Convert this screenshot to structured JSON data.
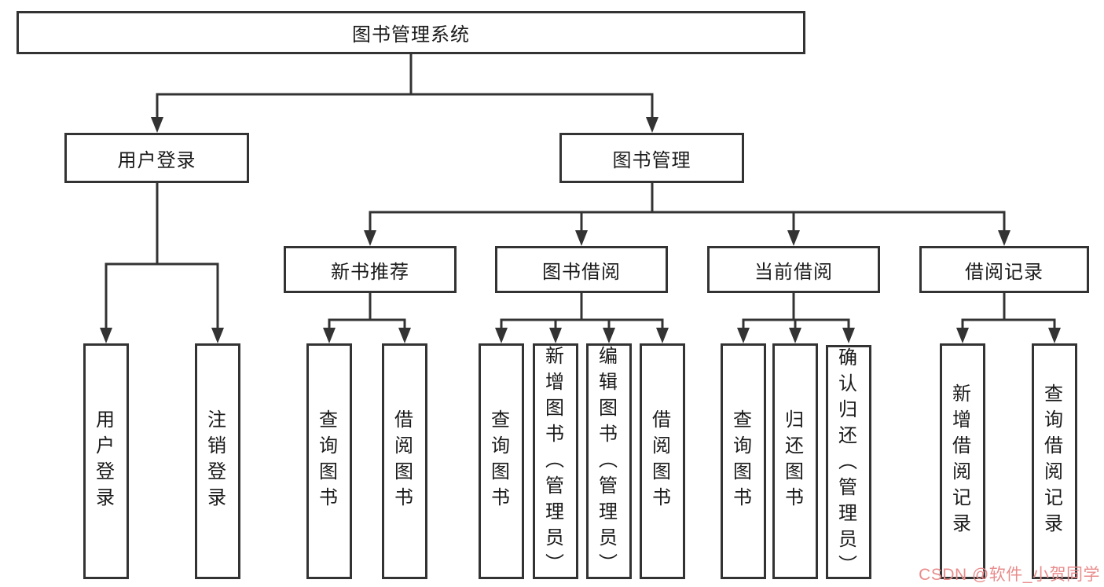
{
  "page": {
    "background": "#ffffff",
    "line_color": "#333333",
    "box_border_color": "#333333",
    "text_color": "#1a1a1a"
  },
  "tree": {
    "label": "图书管理系统",
    "children": [
      {
        "label": "用户登录",
        "children": [
          {
            "label": "用户登录"
          },
          {
            "label": "注销登录"
          }
        ]
      },
      {
        "label": "图书管理",
        "children": [
          {
            "label": "新书推荐",
            "children": [
              {
                "label": "查询图书"
              },
              {
                "label": "借阅图书"
              }
            ]
          },
          {
            "label": "图书借阅",
            "children": [
              {
                "label": "查询图书"
              },
              {
                "label": "新增图书（管理员）"
              },
              {
                "label": "编辑图书（管理员）"
              },
              {
                "label": "借阅图书"
              }
            ]
          },
          {
            "label": "当前借阅",
            "children": [
              {
                "label": "查询图书"
              },
              {
                "label": "归还图书"
              },
              {
                "label": "确认归还（管理员）"
              }
            ]
          },
          {
            "label": "借阅记录",
            "children": [
              {
                "label": "新增借阅记录"
              },
              {
                "label": "查询借阅记录"
              }
            ]
          }
        ]
      }
    ]
  },
  "watermark": {
    "text": "CSDN @软件_小贺同学",
    "color": "#e98c8c"
  }
}
